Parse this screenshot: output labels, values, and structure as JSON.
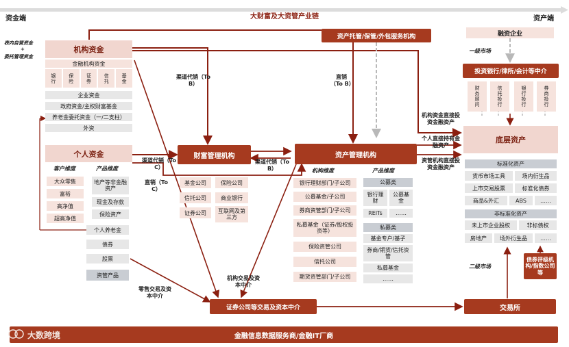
{
  "header": {
    "left": "资金端",
    "center": "大财富及大资管产业链",
    "right": "资产端"
  },
  "left_note": {
    "line1": "表内自营资金",
    "plus": "+",
    "line2": "委托管理资金"
  },
  "inst": {
    "title": "机构资金",
    "fin": "金融机构资金",
    "sub": [
      "银行",
      "保险",
      "证券",
      "信托",
      "基金"
    ],
    "items": [
      "企业资金",
      "政府资金/主权财富基金",
      "养老金委托资金（一/二支柱）",
      "外资"
    ]
  },
  "personal": {
    "title": "个人资金",
    "cust_hdr": "客户维度",
    "prod_hdr": "产品维度",
    "cust": [
      "大众零售",
      "富裕",
      "高净值",
      "超高净值"
    ],
    "prod": [
      "地产等非金融资产",
      "现金及存款",
      "保险资产",
      "个人养老金",
      "债券",
      "股票",
      "资管产品"
    ]
  },
  "wealth": {
    "title": "财富管理机构",
    "items": [
      "基金公司",
      "保险公司",
      "信托公司",
      "商业银行",
      "证券公司",
      "互联网及第三方"
    ]
  },
  "asset_mgr": {
    "title": "资产管理机构",
    "inst_hdr": "机构维度",
    "prod_hdr": "产品维度",
    "inst": [
      "银行理财部门/子公司",
      "公募基金/子公司",
      "券商资管部门/子公司",
      "私募基金（证券/股权投资等）",
      "保险资管公司",
      "信托公司",
      "期货资管部门/子公司"
    ],
    "pub_hdr": "公募类",
    "pub": [
      "银行理财",
      "公募基金",
      "REITs",
      "……"
    ],
    "priv_hdr": "私募类",
    "priv": [
      "基金专户/基子",
      "券商/期货/信托资管",
      "私募基金",
      "……"
    ]
  },
  "custody": "资产托管/保管/外包服务机构",
  "financing": "融资企业",
  "primary": "一级市场",
  "ib": {
    "title": "投资银行/律所/会计等中介",
    "sub": [
      "财务顾问",
      "信托投行",
      "银行投行",
      "券商投行"
    ]
  },
  "underlying": {
    "title": "底层资产",
    "std_hdr": "标准化资产",
    "std": [
      "货币市场工具",
      "场内衍生品",
      "上市交易股票",
      "标准化债券",
      "商品&外汇",
      "ABS",
      "……"
    ],
    "nonstd_hdr": "非标准化资产",
    "nonstd": [
      "未上市企业股权",
      "非标债权",
      "房地产",
      "场外衍生品",
      "……"
    ]
  },
  "secondary": "二级市场",
  "rating": "债券评级机构/指数公司等",
  "exchange": "交易所",
  "broker": "证券公司等交易及资本中介",
  "bottom": "金融信息数据服务商/金融IT厂商",
  "watermark": "大数跨境",
  "flows": {
    "ch_tob": "渠道代销（To B）",
    "direct_tob": "直销（To B）",
    "ch_toc": "渠道代销（To C）",
    "direct_toc": "直销（To C）",
    "ch_tob2": "渠道代销（To B）",
    "inst_direct": "机构资金直接投资金融资产",
    "person_direct": "个人直接持有金融资产",
    "am_direct": "资管机构直接投资金融资产",
    "retail": "零售交易及资本中介",
    "inst_trade": "机构交易及资本中介"
  },
  "colors": {
    "dark": "#a63a1f",
    "light": "#f1d6cf",
    "arrow": "#8b1f10"
  }
}
